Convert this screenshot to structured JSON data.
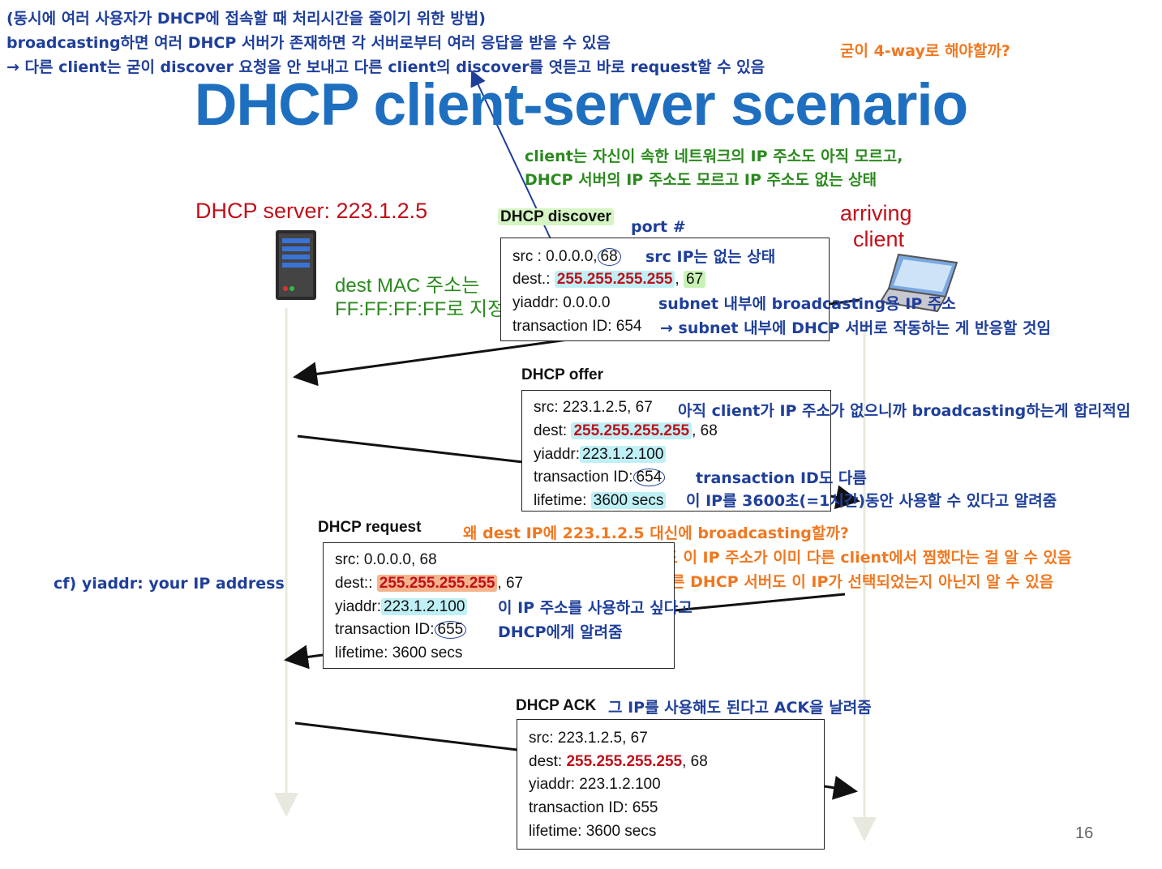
{
  "top_notes": {
    "line1": "(동시에 여러 사용자가 DHCP에 접속할 때 처리시간을 줄이기 위한 방법)",
    "line2": "broadcasting하면 여러 DHCP 서버가 존재하면 각 서버로부터 여러 응답을 받을 수 있음",
    "line3": "→ 다른 client는 굳이 discover 요청을 안 보내고 다른 client의 discover를 엿듣고 바로 request할 수 있음",
    "four_way_question": "굳이 4-way로 해야할까?"
  },
  "title": "DHCP client-server scenario",
  "client_state_note": {
    "line1": "client는 자신이 속한 네트워크의 IP 주소도 아직 모르고,",
    "line2": "DHCP 서버의 IP 주소도 모르고 IP 주소도 없는 상태"
  },
  "server": {
    "label": "DHCP server: 223.1.2.5",
    "icon": "server-tower-icon"
  },
  "client": {
    "label_line1": "arriving",
    "label_line2": "client",
    "icon": "laptop-icon"
  },
  "dest_mac_note": {
    "line1": "dest MAC 주소는",
    "line2": "FF:FF:FF:FF로 지정"
  },
  "discover": {
    "label": "DHCP discover",
    "port_note": "port #",
    "src_prefix": "src : 0.0.0.0,",
    "src_port": "68",
    "src_note": "src IP는 없는 상태",
    "dest_prefix": "dest.:",
    "dest_ip": "255.255.255.255",
    "dest_sep": ",",
    "dest_port": "67",
    "yiaddr": "yiaddr:    0.0.0.0",
    "broadcast_note": "subnet 내부에 broadcasting용 IP 주소",
    "transaction": "transaction ID: 654",
    "transaction_note": "→ subnet 내부에 DHCP 서버로 작동하는 게 반응할 것임"
  },
  "offer": {
    "label": "DHCP offer",
    "src": "src: 223.1.2.5, 67",
    "src_note": "아직 client가 IP 주소가 없으니까 broadcasting하는게 합리적임",
    "dest_prefix": "dest:",
    "dest_ip": "255.255.255.255",
    "dest_suffix": ", 68",
    "yiaddr_prefix": "yiaddr:",
    "yiaddr_ip": "223.1.2.100",
    "transaction_prefix": "transaction ID:",
    "transaction_id": "654",
    "transaction_note": "transaction ID도 다름",
    "lifetime_prefix": "lifetime:",
    "lifetime_value": "3600 secs",
    "lifetime_note": "이 IP를 3600초(=1시간)동안 사용할 수 있다고 알려줌"
  },
  "request": {
    "label": "DHCP request",
    "why_note": "왜 dest IP에 223.1.2.5 대신에 broadcasting할까?",
    "answer1": "다른 client도 이 IP 주소가 이미 다른 client에서 찜했다는 걸 알 수 있음",
    "answer2": "+ 다른 DHCP 서버도 이 IP가 선택되었는지 아닌지 알 수 있음",
    "src": "src:  0.0.0.0, 68",
    "dest_prefix": "dest::",
    "dest_ip": "255.255.255.255",
    "dest_suffix": ", 67",
    "yiaddr_prefix": "yiaddr:",
    "yiaddr_ip": "223.1.2.100",
    "yiaddr_note": "이 IP 주소를 사용하고 싶다고",
    "transaction_prefix": "transaction ID:",
    "transaction_id": "655",
    "transaction_note": "DHCP에게 알려줌",
    "lifetime": "lifetime: 3600 secs"
  },
  "cf_note": "cf) yiaddr: your IP address",
  "ack": {
    "label": "DHCP ACK",
    "label_note": "그 IP를 사용해도 된다고 ACK을 날려줌",
    "src": "src: 223.1.2.5, 67",
    "dest_prefix": "dest:",
    "dest_ip": "255.255.255.255",
    "dest_suffix": ", 68",
    "yiaddr": "yiaddr: 223.1.2.100",
    "transaction": "transaction ID: 655",
    "lifetime": "lifetime: 3600 secs"
  },
  "page_number": "16",
  "colors": {
    "title": "#1f6fc0",
    "annotation_navy": "#1f3f9a",
    "annotation_green": "#2b8a1e",
    "annotation_orange": "#f07820",
    "label_red": "#c0101a",
    "highlight_cyan": "#bff0f6",
    "highlight_salmon": "#f6b48e"
  }
}
